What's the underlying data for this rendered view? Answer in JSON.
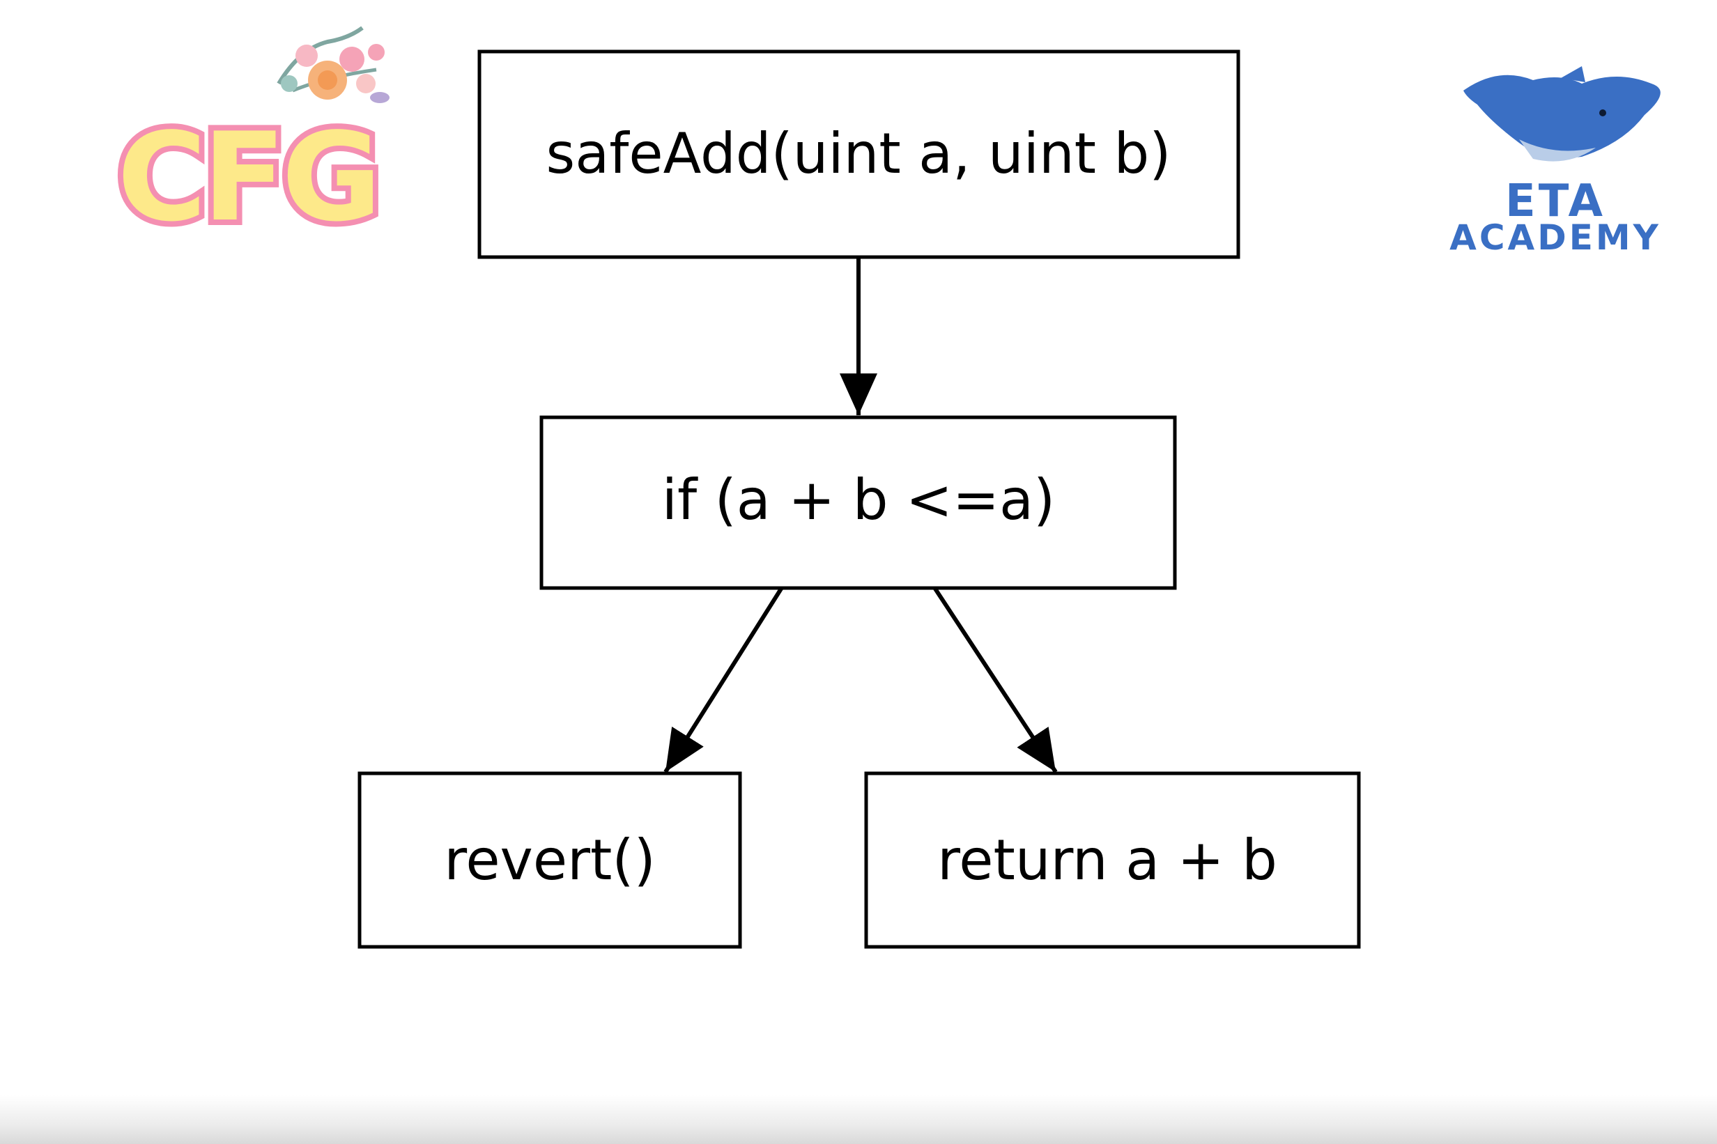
{
  "logos": {
    "left_text": "CFG",
    "right_line1": "ETA",
    "right_line2": "ACADEMY",
    "left_colors": [
      "#f7b6cd",
      "#fde98a",
      "#f48fb1"
    ],
    "right_color": "#3a6fc4"
  },
  "nodes": [
    {
      "id": "entry",
      "label": "safeAdd(uint a, uint b)"
    },
    {
      "id": "cond",
      "label": "if (a + b <=a)"
    },
    {
      "id": "revert",
      "label": "revert()"
    },
    {
      "id": "ret",
      "label": "return a + b"
    }
  ],
  "edges": [
    {
      "from": "entry",
      "to": "cond"
    },
    {
      "from": "cond",
      "to": "revert"
    },
    {
      "from": "cond",
      "to": "ret"
    }
  ]
}
